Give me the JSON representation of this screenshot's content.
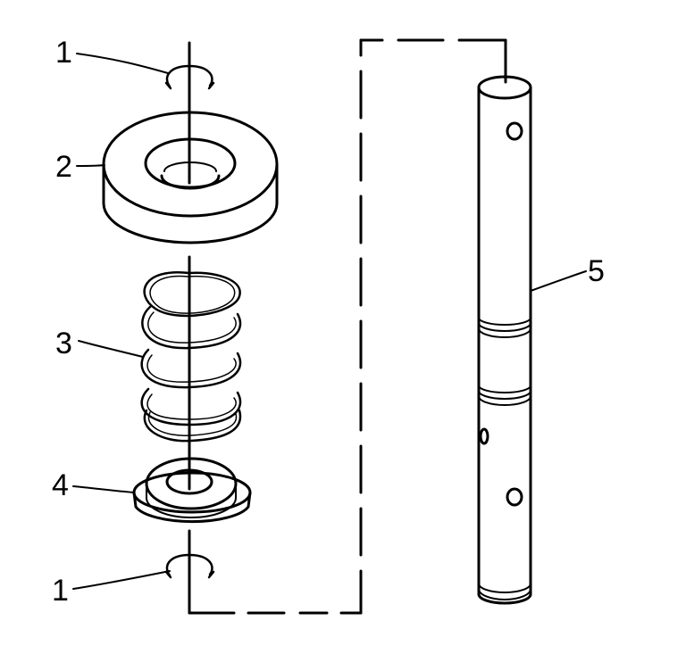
{
  "diagram": {
    "callouts": [
      {
        "id": "c1-top",
        "label": "1"
      },
      {
        "id": "c2",
        "label": "2"
      },
      {
        "id": "c3",
        "label": "3"
      },
      {
        "id": "c4",
        "label": "4"
      },
      {
        "id": "c1-bottom",
        "label": "1"
      },
      {
        "id": "c5",
        "label": "5"
      }
    ],
    "colors": {
      "line": "#000000",
      "background": "#ffffff"
    }
  }
}
